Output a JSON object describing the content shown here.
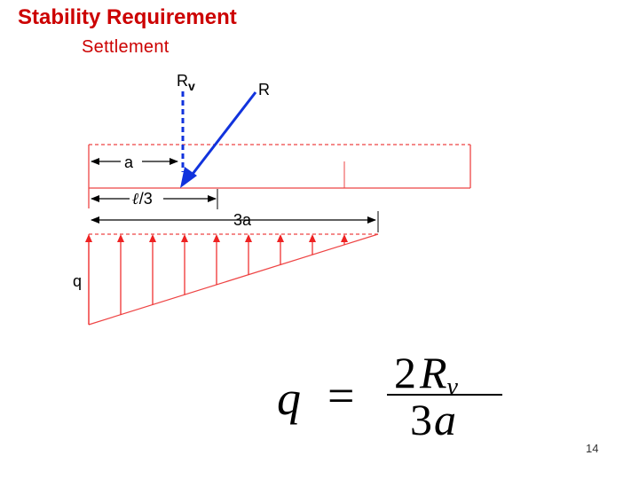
{
  "slide": {
    "title": "Stability Requirement",
    "subtitle": "Settlement",
    "page_number": "14"
  },
  "diagram": {
    "labels": {
      "rv_main": "R",
      "rv_sub": "v",
      "r": "R",
      "a": "a",
      "l_over_3_l": "ℓ",
      "l_over_3_rest": "/3",
      "three_a": "3a",
      "q": "q"
    },
    "formula": {
      "lhs": "q",
      "equals": "=",
      "num_coef": "2",
      "num_var": "R",
      "num_sub": "v",
      "den_coef": "3",
      "den_var": "a"
    },
    "colors": {
      "red": "#ee2222",
      "blue": "#1133dd"
    }
  }
}
